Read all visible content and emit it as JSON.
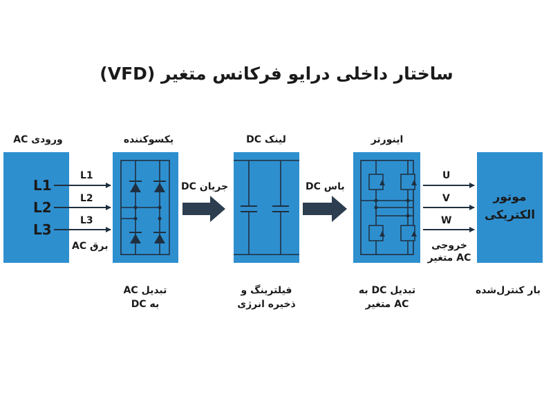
{
  "title": "ساختار داخلی درایو فرکانس متغیر (VFD)",
  "colors": {
    "block": "#2e8fcf",
    "line": "#1f2f3f",
    "arrow": "#2c3e50",
    "text": "#1a1a1a"
  },
  "blocks": {
    "ac_input": {
      "label": "ورودی AC",
      "phases": [
        "L1",
        "L2",
        "L3"
      ],
      "wire_labels": [
        "L1",
        "L2",
        "L3"
      ],
      "sub_label": "برق AC"
    },
    "rectifier": {
      "label": "یکسوکننده",
      "caption": [
        "تبدیل AC",
        "به DC"
      ]
    },
    "dc_link": {
      "label": "لینک DC",
      "caption": [
        "فیلترینگ و",
        "ذخیره انرژی"
      ]
    },
    "inverter": {
      "label": "اینورتر",
      "caption": [
        "تبدیل DC به",
        "AC متغیر"
      ]
    },
    "motor": {
      "label": [
        "موتور",
        "الکتریکی"
      ],
      "caption": "بار کنترل‌شده"
    }
  },
  "connectors": {
    "dc_current": "جریان DC",
    "dc_bus": "باس DC",
    "outputs": [
      "U",
      "V",
      "W"
    ],
    "output_label": [
      "خروجی",
      "AC متغیر"
    ]
  },
  "icons": [
    "diode-icon",
    "capacitor-icon",
    "igbt-icon",
    "arrow-right-icon"
  ]
}
